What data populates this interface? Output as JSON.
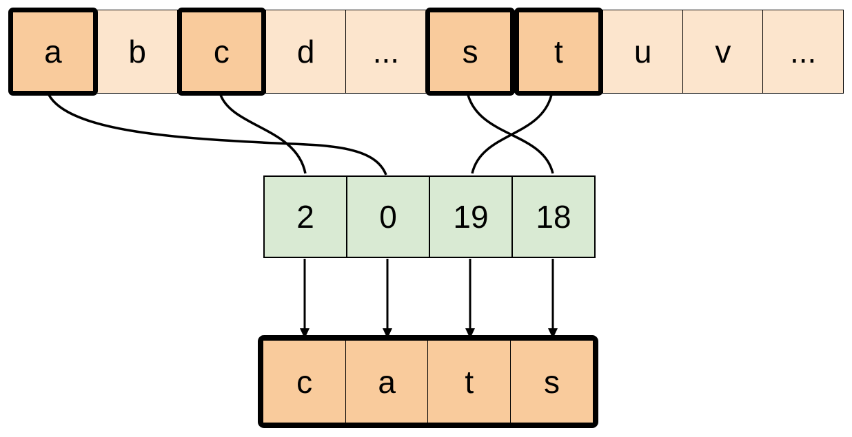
{
  "diagram": {
    "alphabet_row": {
      "cells": [
        {
          "label": "a",
          "highlighted": true
        },
        {
          "label": "b",
          "highlighted": false
        },
        {
          "label": "c",
          "highlighted": true
        },
        {
          "label": "d",
          "highlighted": false
        },
        {
          "label": "...",
          "highlighted": false
        },
        {
          "label": "s",
          "highlighted": true
        },
        {
          "label": "t",
          "highlighted": true
        },
        {
          "label": "u",
          "highlighted": false
        },
        {
          "label": "v",
          "highlighted": false
        },
        {
          "label": "...",
          "highlighted": false
        }
      ]
    },
    "index_row": {
      "cells": [
        {
          "value": "2"
        },
        {
          "value": "0"
        },
        {
          "value": "19"
        },
        {
          "value": "18"
        }
      ]
    },
    "output_row": {
      "cells": [
        {
          "label": "c"
        },
        {
          "label": "a"
        },
        {
          "label": "t"
        },
        {
          "label": "s"
        }
      ]
    },
    "connections": [
      {
        "from_letter": "a",
        "to_index": "0"
      },
      {
        "from_letter": "c",
        "to_index": "2"
      },
      {
        "from_letter": "s",
        "to_index": "18"
      },
      {
        "from_letter": "t",
        "to_index": "19"
      }
    ],
    "colors": {
      "highlight_fill": "#f9cb9c",
      "light_fill": "#fce5cd",
      "index_fill": "#d9ead3",
      "stroke": "#000000",
      "background": "#ffffff"
    }
  }
}
